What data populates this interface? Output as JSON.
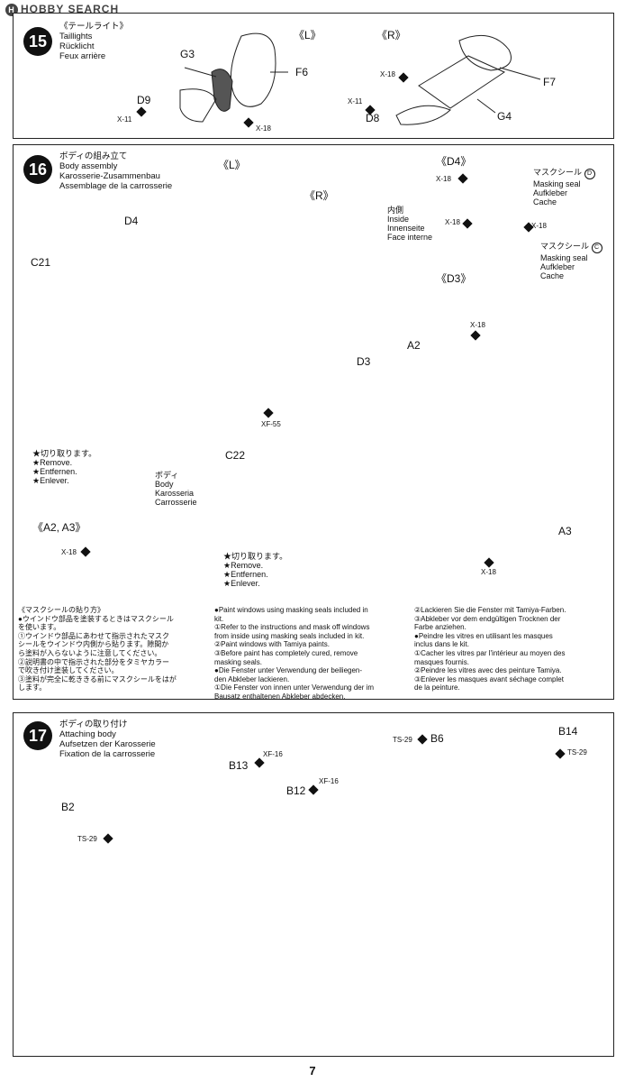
{
  "logo": {
    "text": "HOBBY SEARCH"
  },
  "step15": {
    "number": "15",
    "titles": [
      "《テールライト》",
      "Taillights",
      "Rücklicht",
      "Feux arrière"
    ],
    "left_tag": "《L》",
    "right_tag": "《R》",
    "parts": {
      "g3": "G3",
      "f6": "F6",
      "d9": "D9",
      "f7": "F7",
      "g4": "G4",
      "d8": "D8"
    },
    "paints": {
      "x11a": "X-11",
      "x18a": "X-18",
      "x18b": "X-18",
      "x11b": "X-11"
    }
  },
  "step16": {
    "number": "16",
    "titles": [
      "ボディの組み立て",
      "Body assembly",
      "Karosserie-Zusammenbau",
      "Assemblage de la carrosserie"
    ],
    "left_tag": "《L》",
    "right_tag": "《R》",
    "d4_tag": "《D4》",
    "d3_tag": "《D3》",
    "a2a3_tag": "《A2, A3》",
    "parts": {
      "d4": "D4",
      "c21": "C21",
      "d3": "D3",
      "a2": "A2",
      "c22": "C22",
      "a3": "A3"
    },
    "paints": {
      "x18_d4": "X-18",
      "x18_mid": "X-18",
      "x18_d3": "X-18",
      "x18_top": "X-18",
      "xf55": "XF-55",
      "x18_a": "X-18",
      "x18_bottom": "X-18"
    },
    "mask_d": {
      "jp": "マスクシール",
      "letter": "D",
      "lines": [
        "Masking seal",
        "Aufkleber",
        "Cache"
      ]
    },
    "mask_c": {
      "jp": "マスクシール",
      "letter": "C",
      "lines": [
        "Masking seal",
        "Aufkleber",
        "Cache"
      ]
    },
    "inside": [
      "内側",
      "Inside",
      "Innenseite",
      "Face interne"
    ],
    "remove1": [
      "★切り取ります。",
      "★Remove.",
      "★Entfernen.",
      "★Enlever."
    ],
    "remove2": [
      "★切り取ります。",
      "★Remove.",
      "★Entfernen.",
      "★Enlever."
    ],
    "body": [
      "ボディ",
      "Body",
      "Karosseria",
      "Carrosserie"
    ]
  },
  "notes": {
    "col1": [
      "《マスクシールの貼り方》",
      "●ウインドウ部品を塗装するときはマスクシール",
      "を使います。",
      "①ウインドウ部品にあわせて指示されたマスク",
      "シールをウインドウ内側から貼ります。隙間か",
      "ら塗料が入らないように注意してください。",
      "②説明書の中で指示された部分をタミヤカラー",
      "で吹き付け塗装してください。",
      "③塗料が完全に乾ききる前にマスクシールをはが",
      "します。"
    ],
    "col2": [
      "●Paint windows using masking seals included in",
      "kit.",
      "①Refer to the instructions and mask off windows",
      "from inside using masking seals included in kit.",
      "②Paint windows with Tamiya paints.",
      "③Before paint has completely cured, remove",
      "masking seals.",
      "●Die Fenster unter Verwendung der beiliegen-",
      "den Abkleber lackieren.",
      "①Die Fenster von innen unter Verwendung der im",
      "Bausatz enthaltenen Abkleber abdecken."
    ],
    "col3": [
      "②Lackieren Sie die Fenster mit Tamiya-Farben.",
      "③Abkleber vor dem endgültigen Trocknen der",
      "Farbe anziehen.",
      "●Peindre les vitres en utilisant les masques",
      "inclus dans le kit.",
      "①Cacher les vitres par l'intérieur au moyen des",
      "masques fournis.",
      "②Peindre les vitres avec des peinture Tamiya.",
      "③Enlever les masques avant séchage complet",
      "de la peinture."
    ]
  },
  "step17": {
    "number": "17",
    "titles": [
      "ボディの取り付け",
      "Attaching body",
      "Aufsetzen der Karosserie",
      "Fixation de la carrosserie"
    ],
    "parts": {
      "b14": "B14",
      "b6": "B6",
      "b13": "B13",
      "b12": "B12",
      "b2": "B2"
    },
    "paints": {
      "ts29a": "TS-29",
      "ts29b": "TS-29",
      "xf16a": "XF-16",
      "xf16b": "XF-16",
      "ts29c": "TS-29"
    }
  },
  "page_number": "7"
}
